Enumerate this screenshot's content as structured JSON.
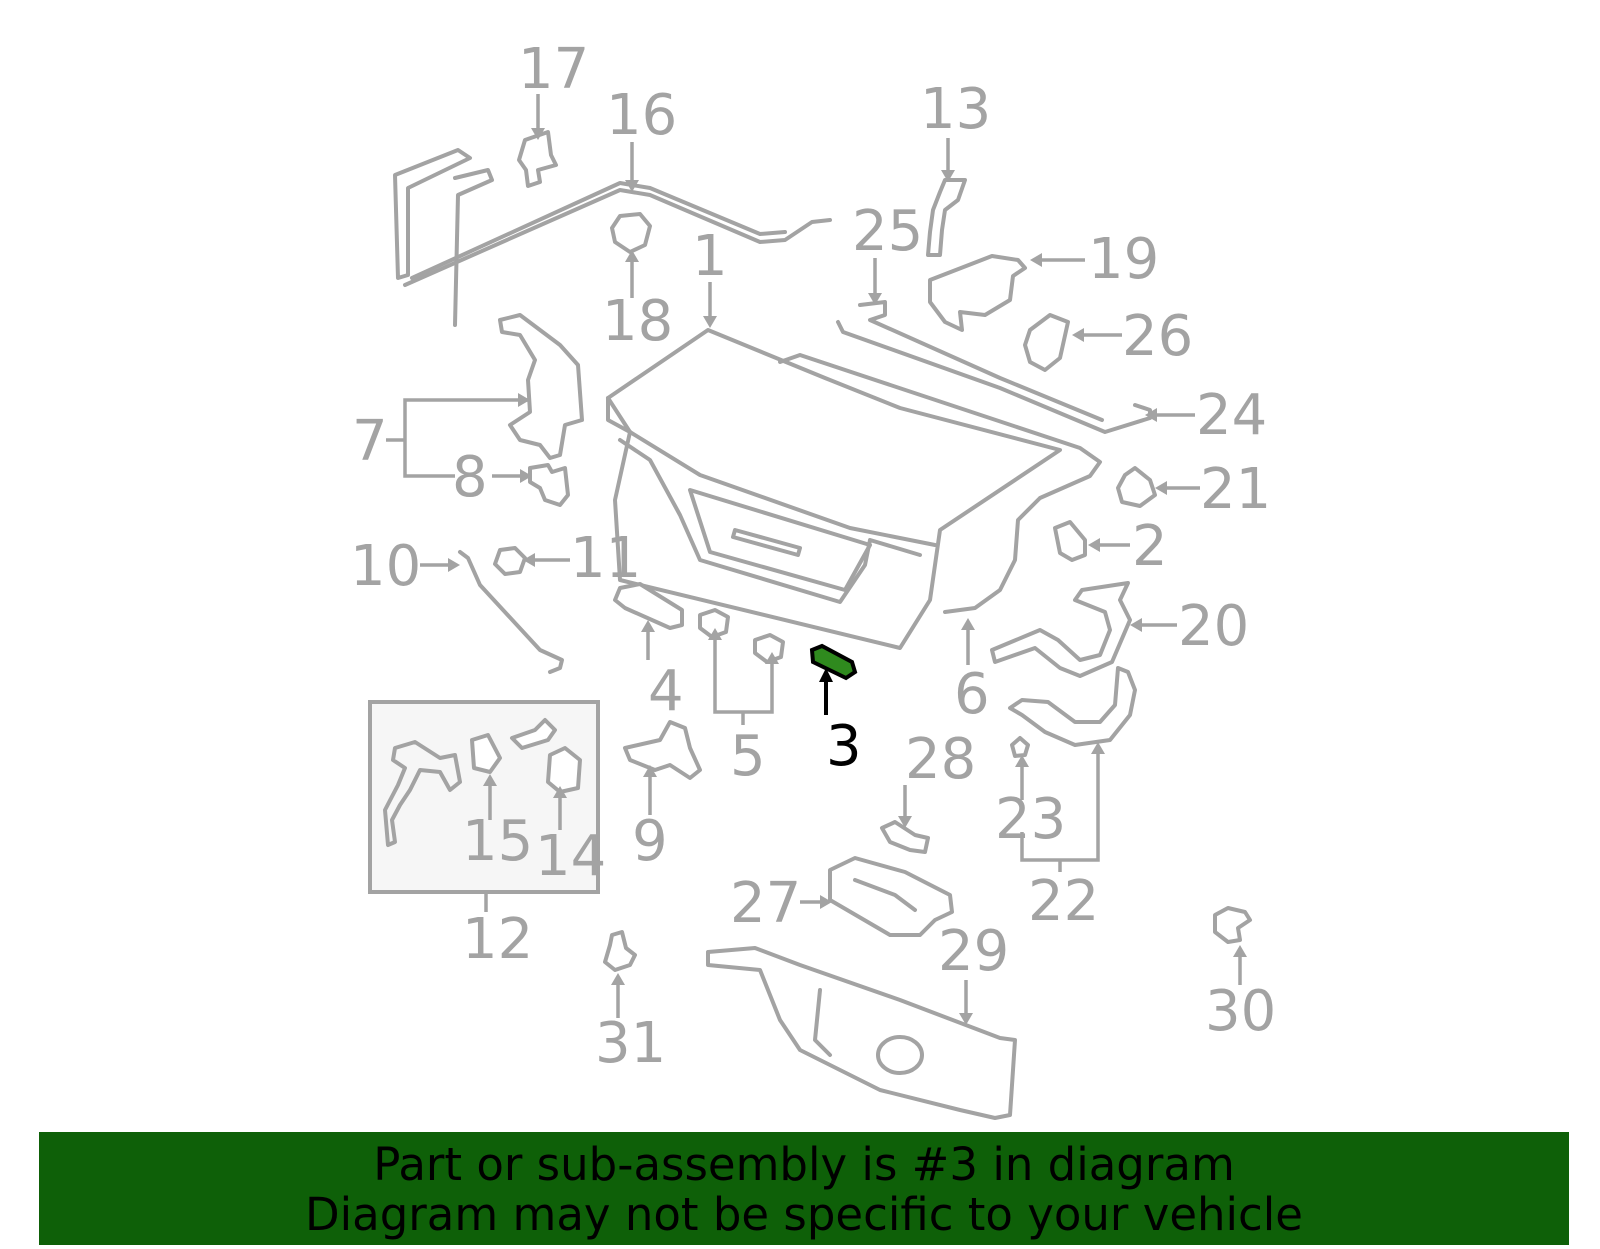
{
  "callouts": {
    "c1": "1",
    "c2": "2",
    "c3": "3",
    "c4": "4",
    "c5": "5",
    "c6": "6",
    "c7": "7",
    "c8": "8",
    "c9": "9",
    "c10": "10",
    "c11": "11",
    "c12": "12",
    "c13": "13",
    "c14": "14",
    "c15": "15",
    "c16": "16",
    "c17": "17",
    "c18": "18",
    "c19": "19",
    "c20": "20",
    "c21": "21",
    "c22": "22",
    "c23": "23",
    "c24": "24",
    "c25": "25",
    "c26": "26",
    "c27": "27",
    "c28": "28",
    "c29": "29",
    "c30": "30",
    "c31": "31"
  },
  "highlighted_part": "3",
  "colors": {
    "banner": "#0e6008",
    "highlight": "#2f8a1e",
    "line": "#a3a3a3"
  },
  "banner": {
    "line1": "Part or sub-assembly is #3 in diagram",
    "line2": "Diagram may not be specific to your vehicle"
  }
}
